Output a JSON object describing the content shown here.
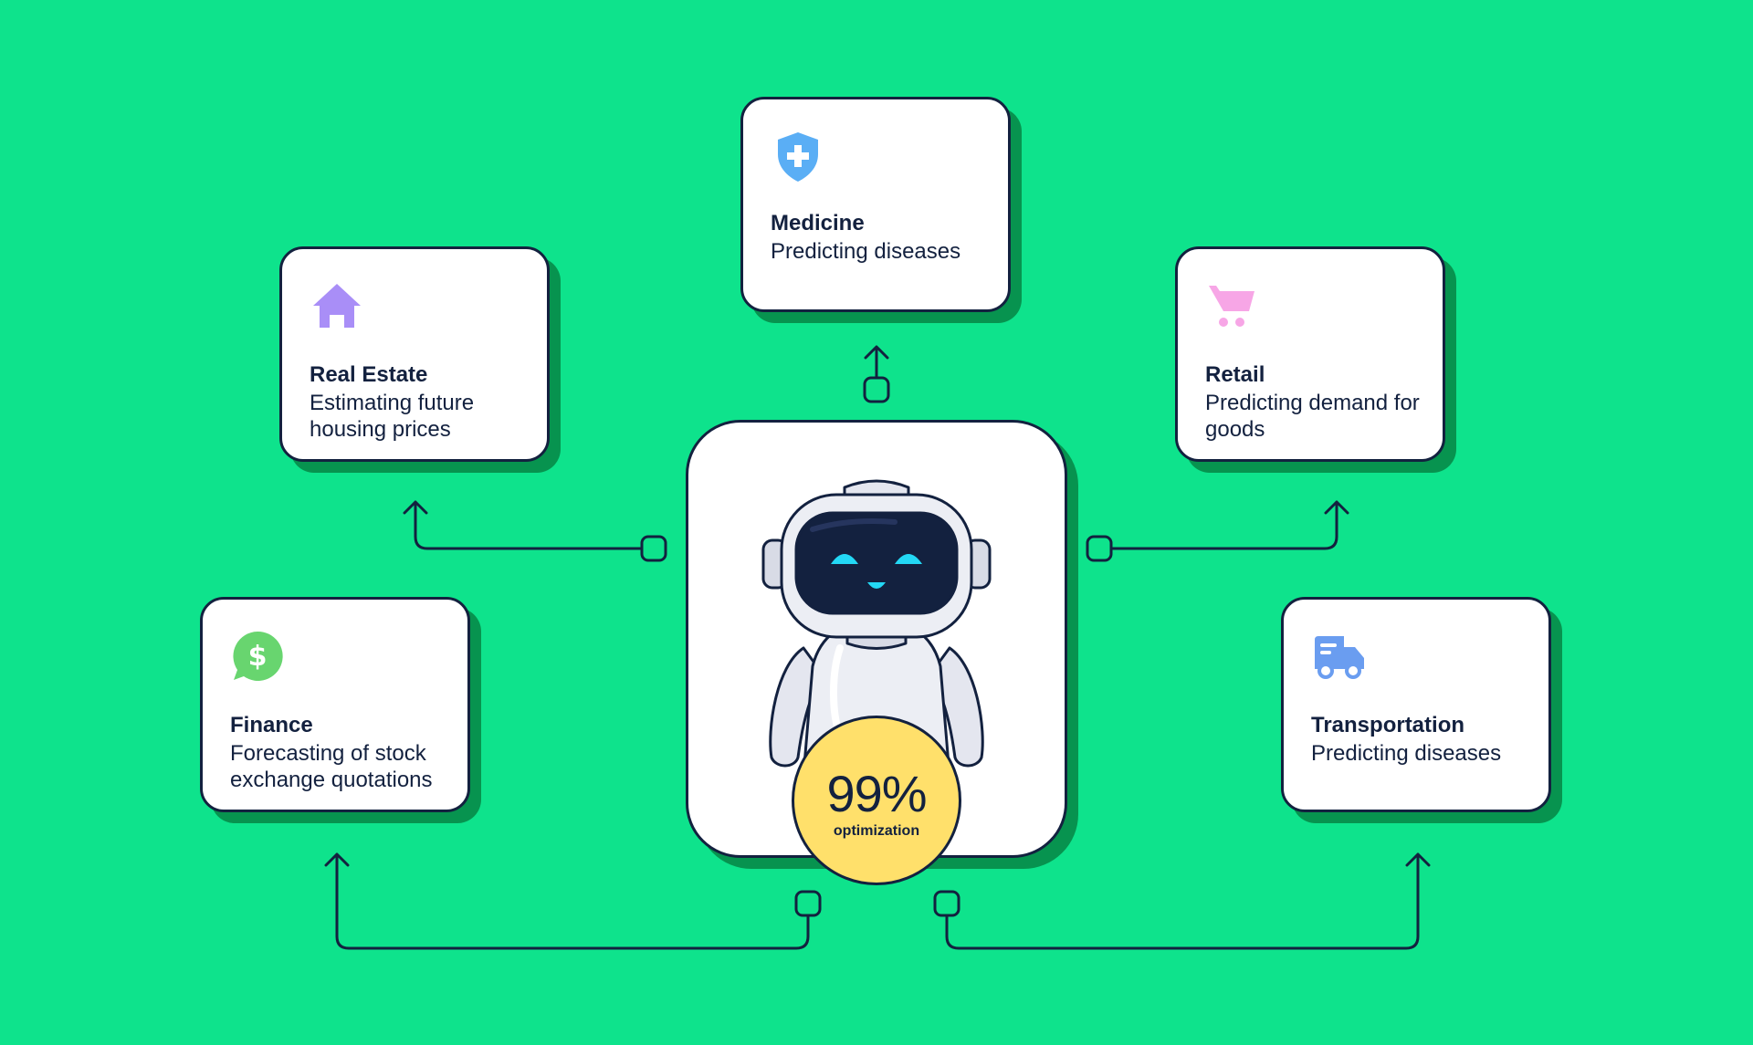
{
  "cards": {
    "medicine": {
      "title": "Medicine",
      "description": "Predicting diseases",
      "icon": "shield-cross-icon",
      "icon_color": "#5aaef5"
    },
    "real_estate": {
      "title": "Real Estate",
      "description": "Estimating future housing prices",
      "icon": "house-icon",
      "icon_color": "#a98ef7"
    },
    "retail": {
      "title": "Retail",
      "description": "Predicting demand for goods",
      "icon": "cart-icon",
      "icon_color": "#f7a6e6"
    },
    "finance": {
      "title": "Finance",
      "description": "Forecasting of stock exchange quotations",
      "icon": "dollar-bubble-icon",
      "icon_color": "#68d56f"
    },
    "transportation": {
      "title": "Transportation",
      "description": "Predicting diseases",
      "icon": "truck-icon",
      "icon_color": "#6a9df0"
    }
  },
  "center": {
    "badge_value": "99%",
    "badge_label": "optimization",
    "badge_color": "#ffe06b",
    "image": "robot-icon"
  },
  "colors": {
    "background": "#0ee38c",
    "shadow": "#07934f",
    "outline": "#13213f"
  }
}
